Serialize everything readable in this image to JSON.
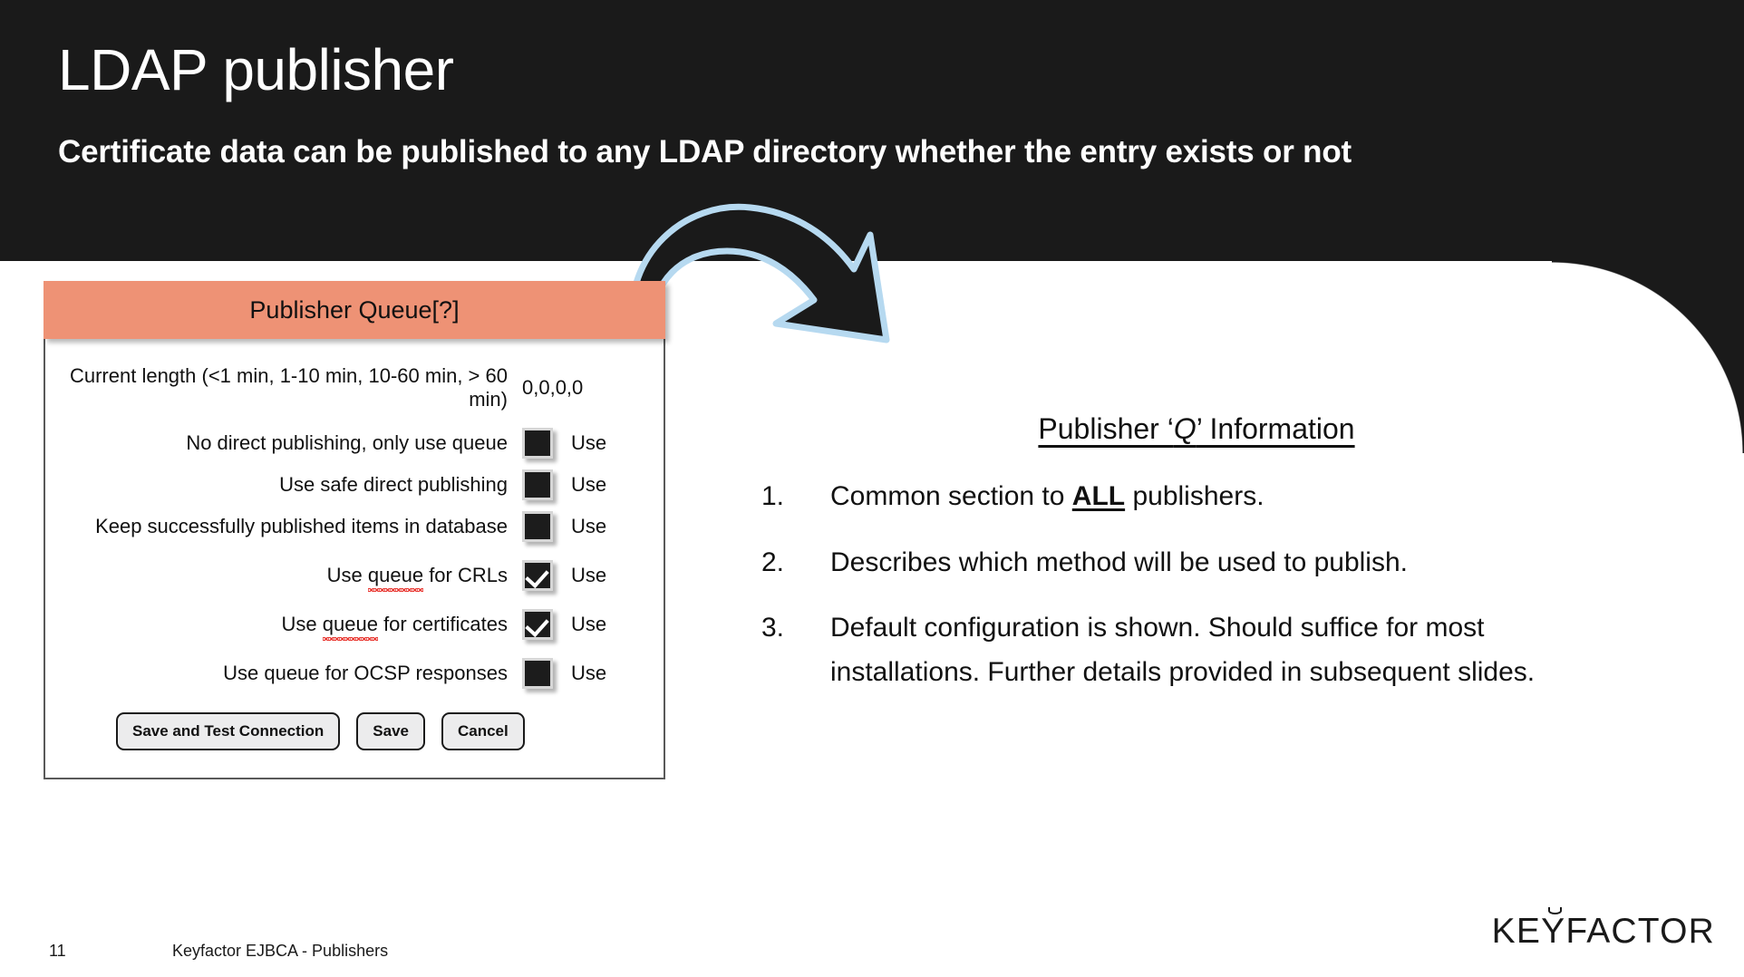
{
  "slide": {
    "title": "LDAP publisher",
    "subtitle": "Certificate data can be published to any LDAP directory whether the entry exists or not",
    "header_background": "#1a1a1a",
    "accent_color": "#ee9275",
    "arrow_outline_color": "#b6d9f0"
  },
  "queue_form": {
    "header_title": "Publisher Queue[?]",
    "rows": [
      {
        "label": "Current length (<1 min, 1-10 min, 10-60 min, > 60 min)",
        "value": "0,0,0,0",
        "control": "value",
        "suffix": ""
      },
      {
        "label": "No direct publishing, only use queue",
        "control": "checkbox",
        "checked": false,
        "suffix": "Use"
      },
      {
        "label": "Use safe direct publishing",
        "control": "checkbox",
        "checked": false,
        "suffix": "Use"
      },
      {
        "label": "Keep successfully published items in database",
        "control": "checkbox",
        "checked": false,
        "suffix": "Use"
      },
      {
        "label": "Use queue for CRLs",
        "control": "checkbox",
        "checked": true,
        "suffix": "Use",
        "misspelled_word": "queue"
      },
      {
        "label": "Use queue for certificates",
        "control": "checkbox",
        "checked": true,
        "suffix": "Use",
        "misspelled_word": "queue"
      },
      {
        "label": "Use queue for OCSP responses",
        "control": "checkbox",
        "checked": false,
        "suffix": "Use"
      }
    ],
    "buttons": [
      {
        "label": "Save and Test Connection"
      },
      {
        "label": "Save"
      },
      {
        "label": "Cancel"
      }
    ]
  },
  "info_block": {
    "heading_prefix": "Publisher ‘",
    "heading_q": "Q",
    "heading_suffix": "’ Information",
    "items": [
      {
        "number": "1.",
        "text_before": "Common section to ",
        "emphasis": "ALL",
        "text_after": " publishers."
      },
      {
        "number": "2.",
        "text_before": "Describes which method will be used to publish.",
        "emphasis": "",
        "text_after": ""
      },
      {
        "number": "3.",
        "text_before": "Default configuration is shown. Should suffice for most installations. Further details provided in subsequent slides.",
        "emphasis": "",
        "text_after": ""
      }
    ]
  },
  "footer": {
    "page_number": "11",
    "deck_title": "Keyfactor EJBCA - Publishers",
    "brand_before": "KE",
    "brand_caron_letter": "Y",
    "brand_after": "FACTOR"
  }
}
